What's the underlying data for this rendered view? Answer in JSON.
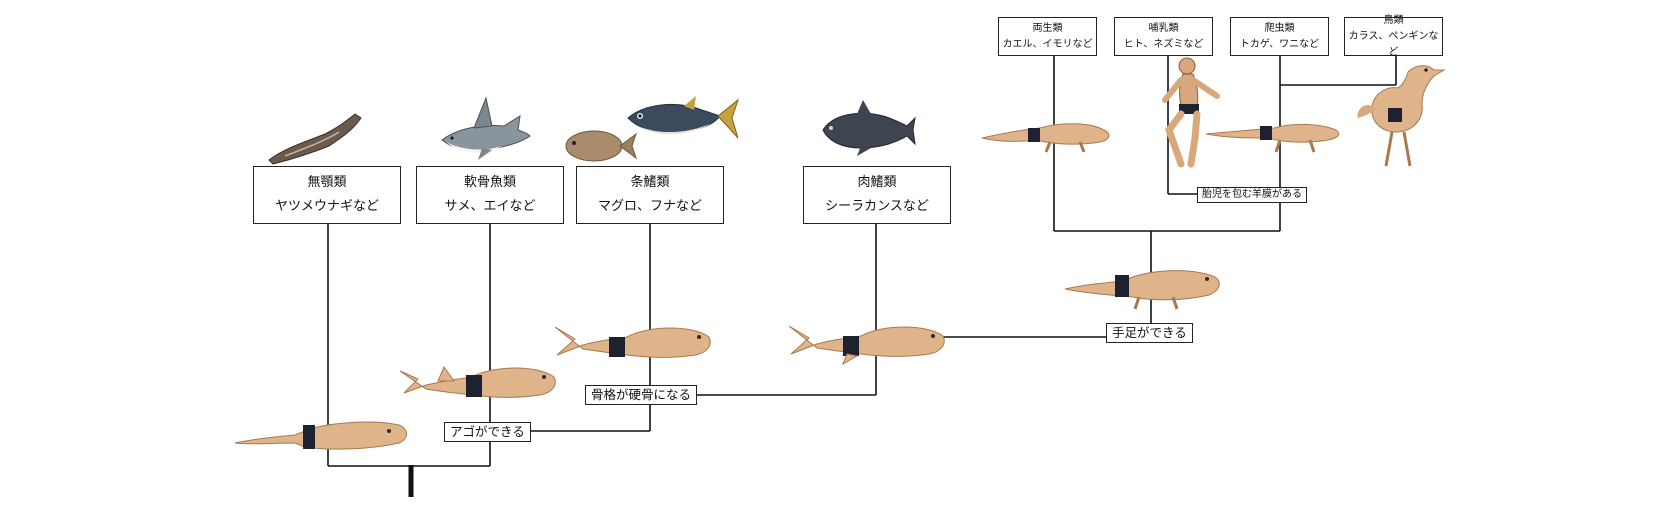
{
  "groups": {
    "jawless": {
      "name": "無顎類",
      "examples": "ヤツメウナギなど"
    },
    "cartilaginous": {
      "name": "軟骨魚類",
      "examples": "サメ、エイなど"
    },
    "rayfinned": {
      "name": "条鰭類",
      "examples": "マグロ、フナなど"
    },
    "lobefinned": {
      "name": "肉鰭類",
      "examples": "シーラカンスなど"
    },
    "amphibians": {
      "name": "両生類",
      "examples": "カエル、イモリなど"
    },
    "mammals": {
      "name": "哺乳類",
      "examples": "ヒト、ネズミなど"
    },
    "reptiles": {
      "name": "爬虫類",
      "examples": "トカゲ、ワニなど"
    },
    "birds": {
      "name": "鳥類",
      "examples": "カラス、ペンギンなど"
    }
  },
  "traits": {
    "jaw": "アゴができる",
    "bone": "骨格が硬骨になる",
    "limbs": "手足ができる",
    "amnion": "胎児を包む羊膜がある"
  },
  "icons": {
    "lamprey": "lamprey-icon",
    "shark": "shark-icon",
    "goldfish": "goldfish-icon",
    "tuna": "tuna-icon",
    "coelacanth": "coelacanth-icon",
    "newt": "newt-icon",
    "human": "human-icon",
    "lizard": "lizard-icon",
    "bird": "bird-icon",
    "ancestor": "ancestor-creature-icon"
  },
  "colors": {
    "line": "#111111",
    "skin": "#e0b48a",
    "skin_dark": "#c89467",
    "band": "#1e2230"
  }
}
